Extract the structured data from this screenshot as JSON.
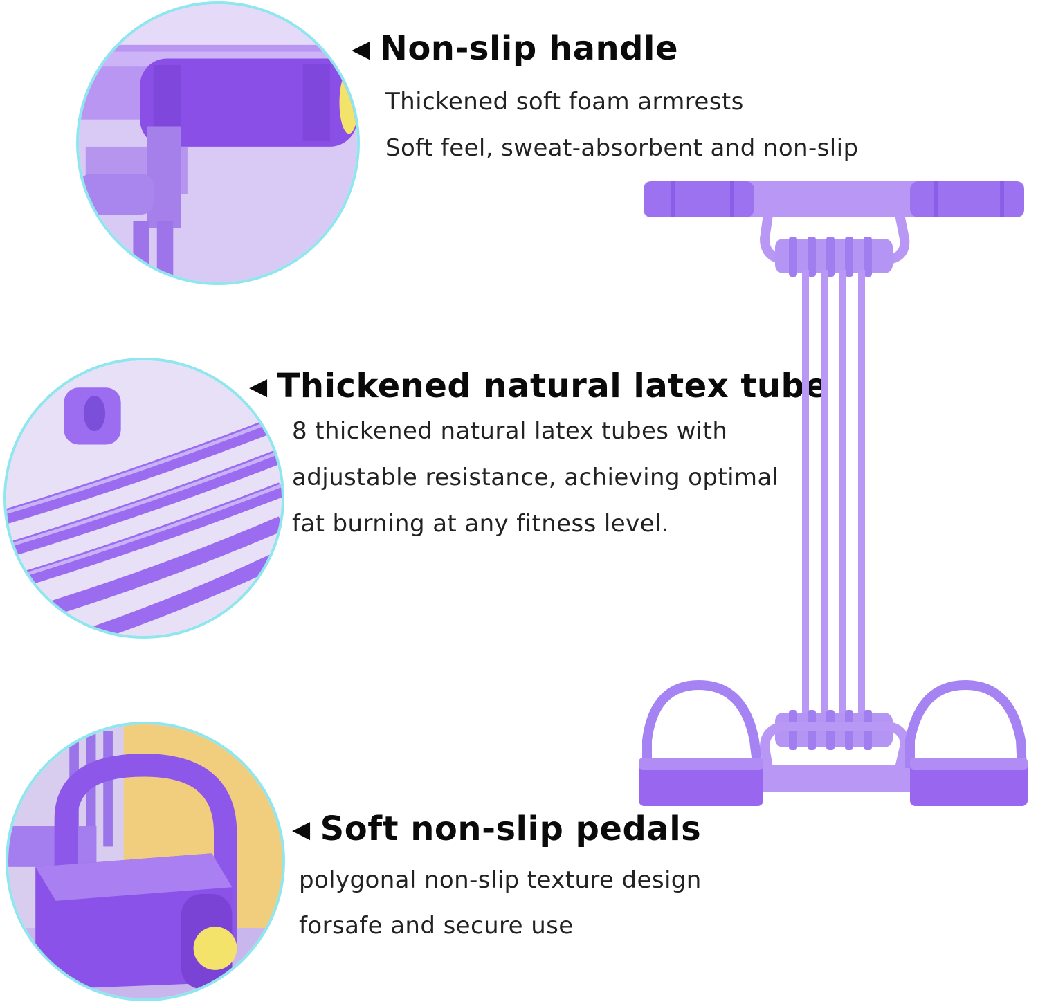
{
  "features": [
    {
      "heading": "Non-slip handle",
      "lines": [
        "Thickened soft foam armrests",
        "Soft feel, sweat-absorbent and non-slip"
      ]
    },
    {
      "heading": "Thickened natural latex tube",
      "lines": [
        "8 thickened natural latex tubes with",
        "adjustable resistance, achieving optimal",
        "fat burning at any fitness level."
      ]
    },
    {
      "heading": "Soft non-slip pedals",
      "lines": [
        "polygonal non-slip texture design",
        "forsafe and secure use"
      ]
    }
  ],
  "icons": {
    "bullet": "left-triangle-icon"
  },
  "colors": {
    "purple": "#9b6cf0",
    "purple_dark": "#7d4fe0",
    "purple_light": "#c4aef7",
    "yellow": "#f4e36a",
    "circle_border": "#8fe6ee"
  }
}
